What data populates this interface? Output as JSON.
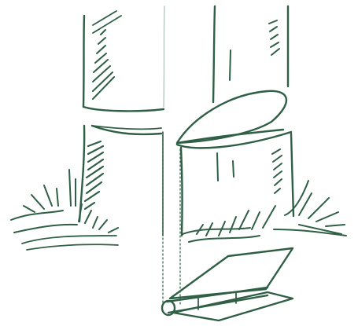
{
  "figure": {
    "description_text": "",
    "ink_color": "#2f5f45",
    "background_color": "#ffffff",
    "parts": [
      "left-post-sketch",
      "right-post-sketch",
      "grass-tufts",
      "hinge-plate-sketch",
      "dotted-guide-lines"
    ]
  }
}
